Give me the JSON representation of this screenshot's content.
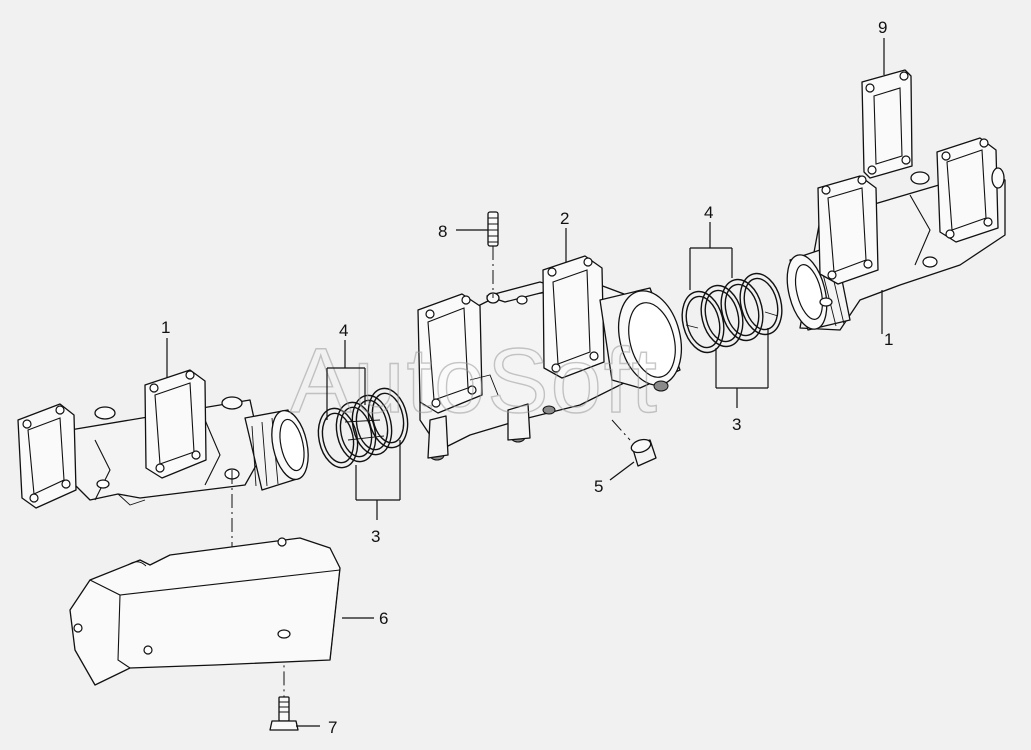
{
  "diagram": {
    "watermark": "AutoSoft",
    "callouts": {
      "c1_left": "1",
      "c1_right": "1",
      "c2": "2",
      "c3_left": "3",
      "c3_right": "3",
      "c4_left": "4",
      "c4_right": "4",
      "c5": "5",
      "c6": "6",
      "c7": "7",
      "c8": "8",
      "c9": "9"
    }
  }
}
